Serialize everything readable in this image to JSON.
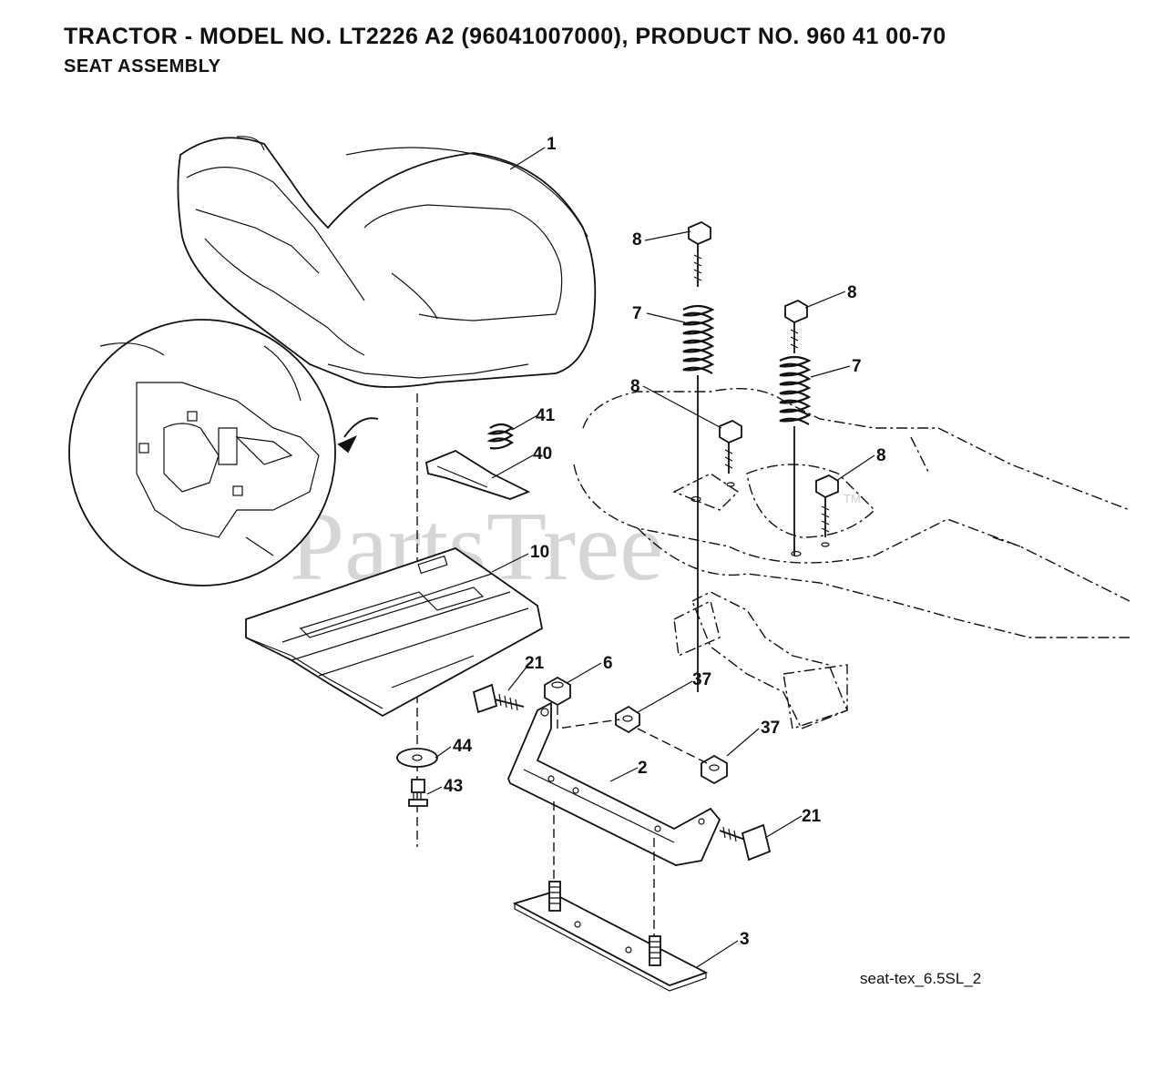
{
  "header": {
    "title": "TRACTOR - MODEL NO. LT2226 A2 (96041007000), PRODUCT NO. 960 41 00-70",
    "subtitle": "SEAT ASSEMBLY"
  },
  "watermark": {
    "text": "PartsTree",
    "trademark": "TM"
  },
  "callouts": {
    "c1": "1",
    "c2": "2",
    "c3": "3",
    "c6": "6",
    "c7a": "7",
    "c7b": "7",
    "c8a": "8",
    "c8b": "8",
    "c8c": "8",
    "c8d": "8",
    "c10": "10",
    "c21a": "21",
    "c21b": "21",
    "c37a": "37",
    "c37b": "37",
    "c40": "40",
    "c41": "41",
    "c43": "43",
    "c44": "44"
  },
  "reference_code": "seat-tex_6.5SL_2"
}
